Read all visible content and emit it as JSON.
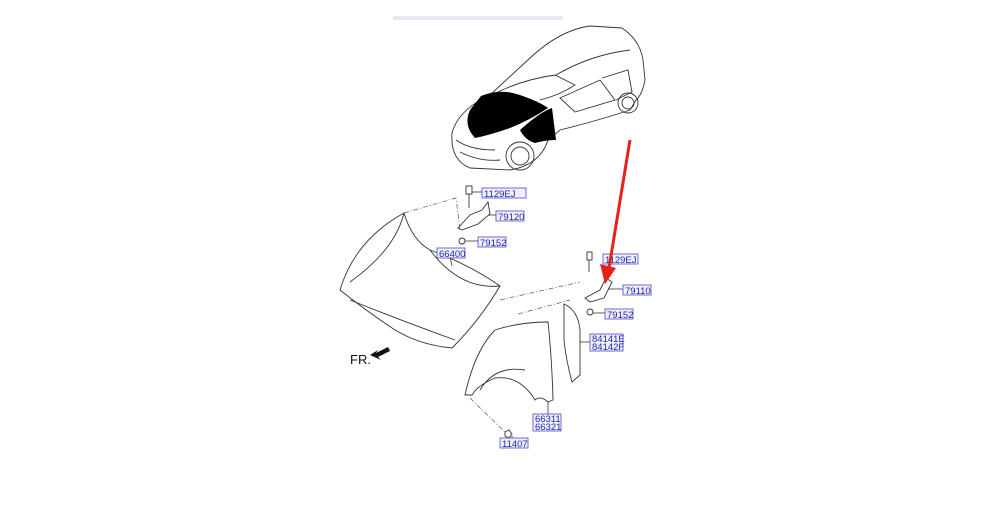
{
  "diagram": {
    "direction_label": "FR.",
    "callouts": {
      "bolt_left": "1129EJ",
      "hinge_left": "79120",
      "nut_left": "79152",
      "hood": "66400",
      "bolt_right": "1129EJ",
      "hinge_right": "79110",
      "nut_right": "79152",
      "insulator_lh": "84141E",
      "insulator_rh": "84142F",
      "fender_lh": "66311",
      "fender_rh": "66321",
      "screw": "11407"
    },
    "colors": {
      "callout_text": "#2626a8",
      "arrow": "#e8201c",
      "highlight": "#000000"
    }
  }
}
